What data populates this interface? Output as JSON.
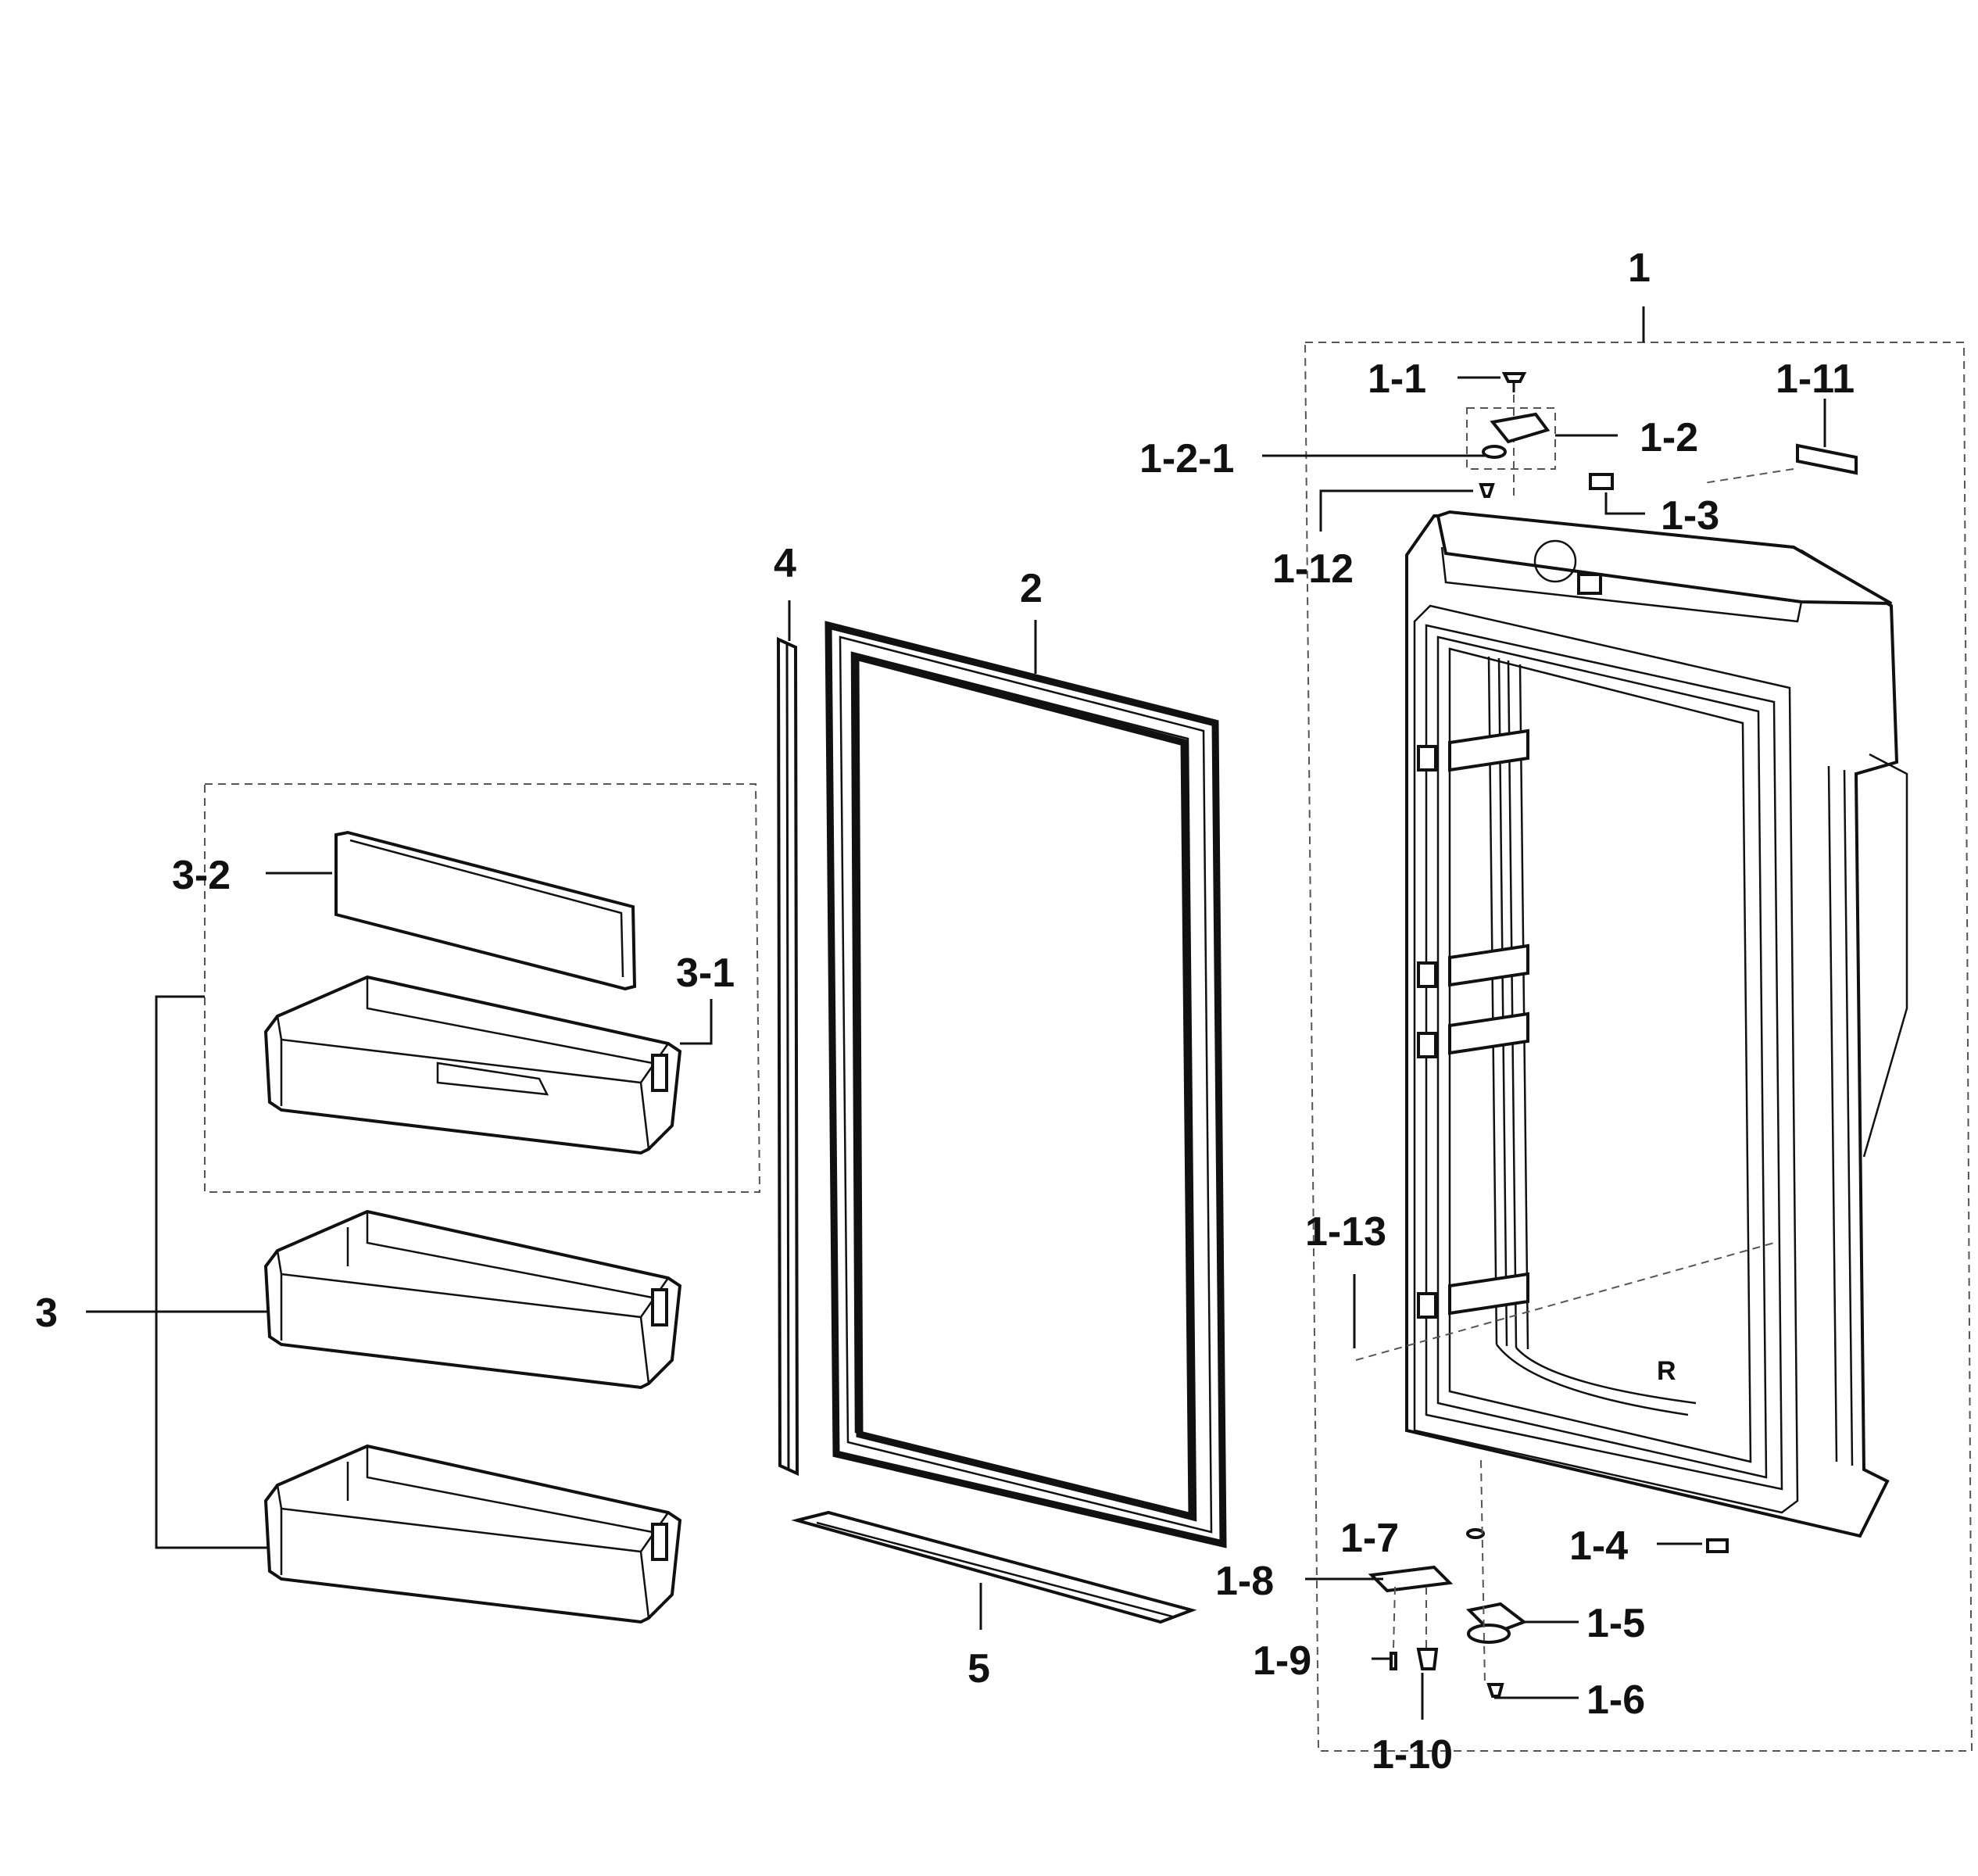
{
  "labels": {
    "l1": "1",
    "l1_1": "1-1",
    "l1_2": "1-2",
    "l1_2_1": "1-2-1",
    "l1_3": "1-3",
    "l1_4": "1-4",
    "l1_5": "1-5",
    "l1_6": "1-6",
    "l1_7": "1-7",
    "l1_8": "1-8",
    "l1_9": "1-9",
    "l1_10": "1-10",
    "l1_11": "1-11",
    "l1_12": "1-12",
    "l1_13": "1-13",
    "l2": "2",
    "l3": "3",
    "l3_1": "3-1",
    "l3_2": "3-2",
    "l4": "4",
    "l5": "5",
    "r_mark": "R"
  }
}
